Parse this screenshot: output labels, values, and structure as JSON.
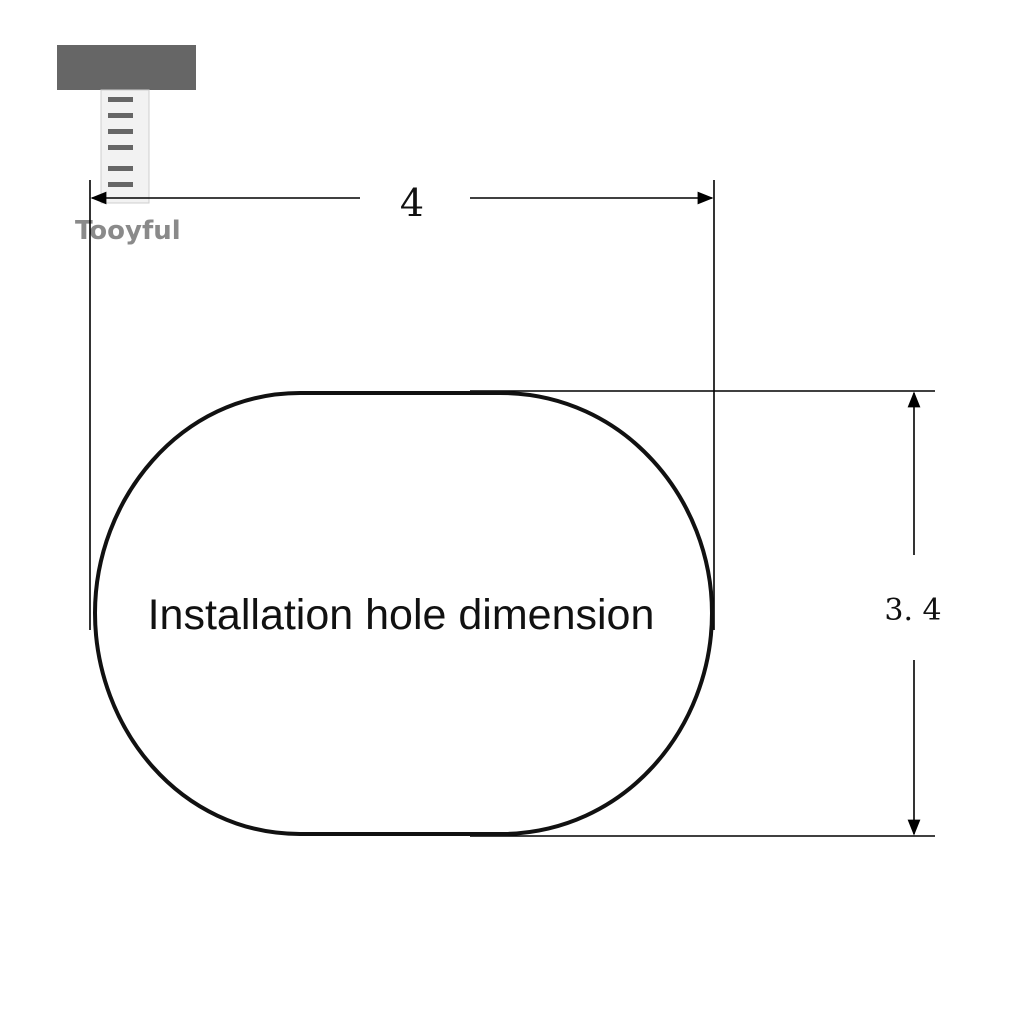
{
  "brand": {
    "name": "Tooyful",
    "logo_colors": {
      "bar": "#666666",
      "ticks": "#666666"
    }
  },
  "diagram": {
    "shape": "rounded-oval",
    "label": "Installation hole dimension",
    "width_dimension": "4",
    "height_dimension": "3. 4",
    "line_color": "#111111",
    "dimension_line_color": "#000000"
  }
}
